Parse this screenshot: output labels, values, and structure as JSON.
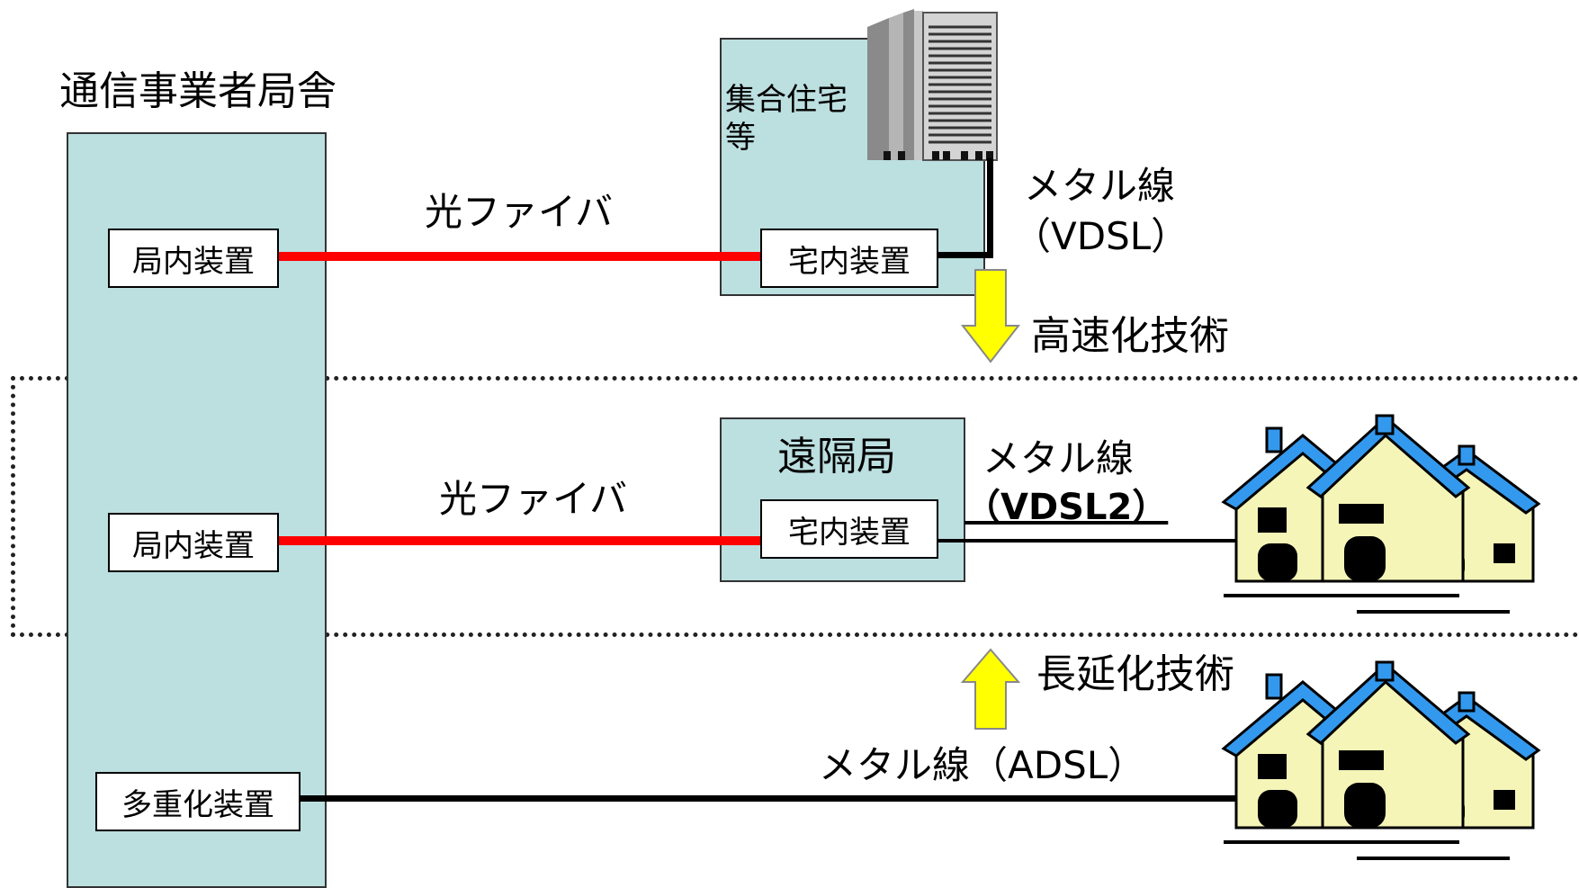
{
  "office": {
    "title": "通信事業者局舎"
  },
  "row1": {
    "office_device": "局内装置",
    "fiber_label": "光ファイバ",
    "building_label": "集合住宅等",
    "building_device": "宅内装置",
    "metal_label": "メタル線",
    "metal_type": "（VDSL）"
  },
  "arrows": {
    "speed_label": "高速化技術",
    "extension_label": "長延化技術"
  },
  "row2": {
    "office_device": "局内装置",
    "fiber_label": "光ファイバ",
    "remote_label": "遠隔局",
    "remote_device": "宅内装置",
    "metal_label": "メタル線",
    "metal_type": "（VDSL2）"
  },
  "row3": {
    "office_device": "多重化装置",
    "metal_label": "メタル線（ADSL）"
  },
  "icons": {
    "building": "apartment-building-icon",
    "houses": "houses-icon"
  },
  "colors": {
    "panel": "#bcdfe0",
    "fiber": "#ff0000",
    "arrow": "#ffff00",
    "house_wall": "#f5f5b8",
    "house_roof": "#3399ee"
  }
}
